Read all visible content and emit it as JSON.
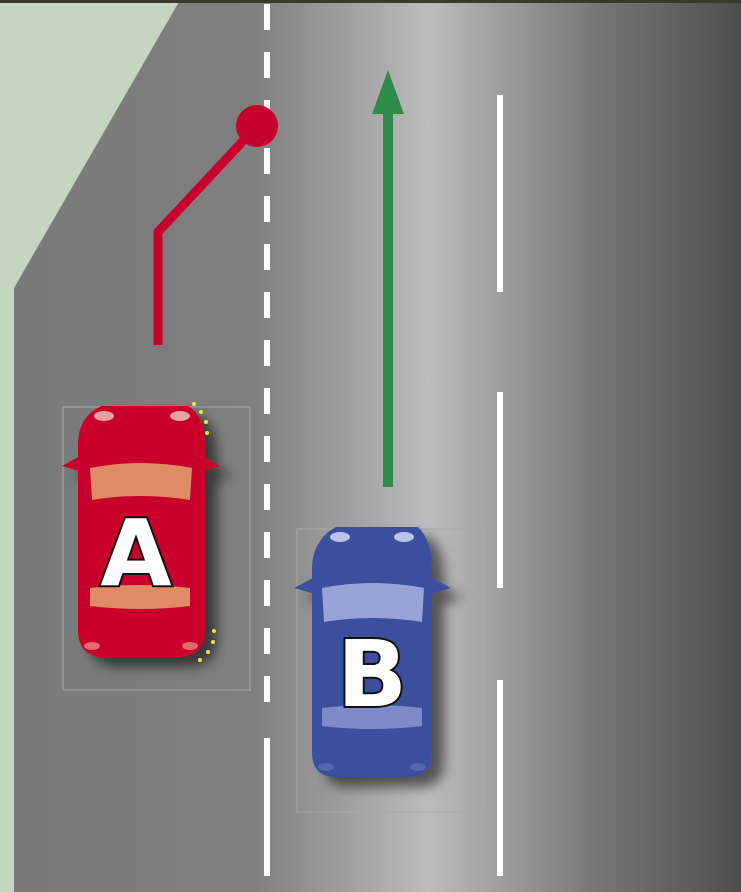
{
  "cars": {
    "a": {
      "label": "A",
      "color": "#c8002c",
      "window_color": "#e08a66",
      "indicator": "right-blinking"
    },
    "b": {
      "label": "B",
      "color": "#3a4f9e",
      "window_color": "#9aa3d8"
    }
  },
  "colors": {
    "verge": "#c5d6c0",
    "road_left": "#7a7a7a",
    "road_mid": "#bdbdbd",
    "road_right": "#505050",
    "lane_marking": "#ffffff",
    "path_a": "#c8002c",
    "arrow_b": "#2e8b4a",
    "indicator": "#f2e33a"
  },
  "icons": {
    "path_a": "lane-change-path",
    "arrow_b": "straight-ahead-arrow"
  }
}
